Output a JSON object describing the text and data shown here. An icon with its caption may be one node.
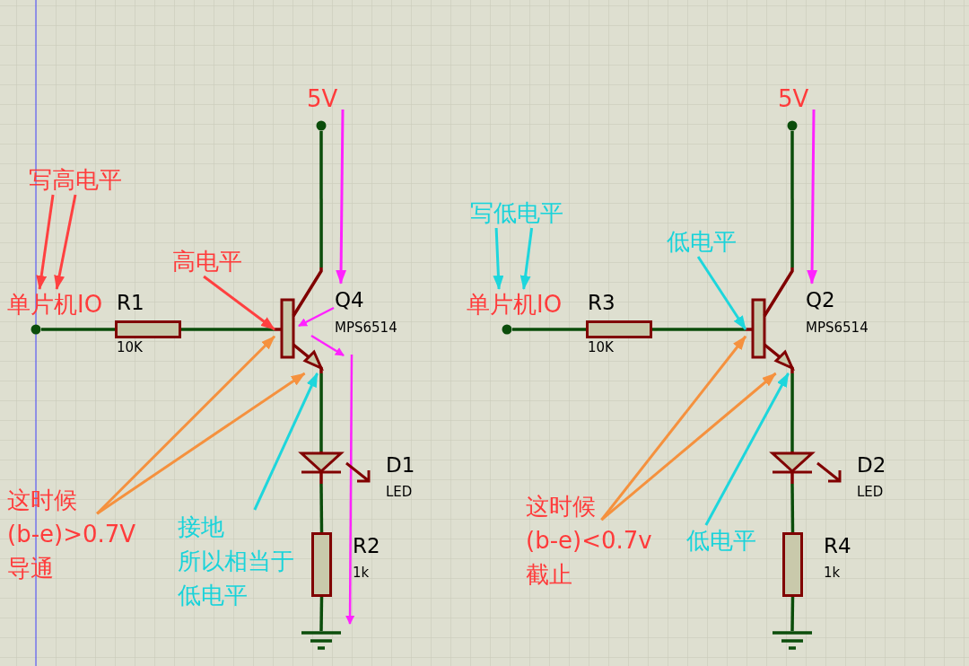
{
  "diagram": {
    "nodes": [
      {
        "text": [
          "写高电平"
        ]
      },
      {
        "text": [
          "单片机IO"
        ]
      },
      {
        "text": [],
        "shape": "circle",
        "beside": [
          "5V"
        ]
      },
      {
        "text": [],
        "shape": "circle"
      },
      {
        "text": [],
        "shape": "box",
        "beside": [
          "R1",
          "10K"
        ]
      },
      {
        "text": [
          "高电平"
        ]
      },
      {
        "text": [],
        "shape": "transistor",
        "beside": [
          "Q4",
          "MPS6514"
        ]
      },
      {
        "text": [],
        "shape": "diode",
        "beside": [
          "D1",
          "LED"
        ]
      },
      {
        "text": [
          "这时候",
          "(b-e)>0.7V",
          "导通"
        ]
      },
      {
        "text": [
          "接地",
          "所以相当于",
          "低电平"
        ]
      },
      {
        "text": [],
        "shape": "box",
        "beside": [
          "R2",
          "1k"
        ]
      },
      {
        "text": [],
        "shape": "ground"
      },
      {
        "text": [
          "写低电平"
        ]
      },
      {
        "text": [
          "单片机IO"
        ]
      },
      {
        "text": [],
        "shape": "circle",
        "beside": [
          "5V"
        ]
      },
      {
        "text": [],
        "shape": "circle"
      },
      {
        "text": [],
        "shape": "box",
        "beside": [
          "R3",
          "10K"
        ]
      },
      {
        "text": [
          "低电平"
        ]
      },
      {
        "text": [],
        "shape": "transistor",
        "beside": [
          "Q2",
          "MPS6514"
        ]
      },
      {
        "text": [],
        "shape": "diode",
        "beside": [
          "D2",
          "LED"
        ]
      },
      {
        "text": [
          "这时候",
          "(b-e)<0.7v",
          "截止"
        ]
      },
      {
        "text": [
          "低电平"
        ]
      },
      {
        "text": [],
        "shape": "box",
        "beside": [
          "R4",
          "1k"
        ]
      },
      {
        "text": [],
        "shape": "ground"
      }
    ],
    "edges": [
      {
        "from": 0,
        "to": 1,
        "arrow": "to",
        "color": "#ff4040"
      },
      {
        "from": 0,
        "to": 1,
        "arrow": "to",
        "color": "#ff4040"
      },
      {
        "from": 3,
        "to": 4,
        "arrow": "none",
        "color": "#0b4d0b"
      },
      {
        "from": 4,
        "to": 6,
        "arrow": "none",
        "color": "#0b4d0b"
      },
      {
        "from": 5,
        "to": 6,
        "arrow": "to",
        "color": "#ff4040"
      },
      {
        "from": 6,
        "to": 2,
        "arrow": "none",
        "color": "#0b4d0b"
      },
      {
        "from": 6,
        "to": 7,
        "arrow": "none",
        "color": "#0b4d0b"
      },
      {
        "from": 8,
        "to": 6,
        "arrow": "to",
        "color": "#f5913e"
      },
      {
        "from": 8,
        "to": 6,
        "arrow": "to",
        "color": "#f5913e"
      },
      {
        "from": 9,
        "to": 6,
        "arrow": "to",
        "color": "#1dd6dc"
      },
      {
        "from": 7,
        "to": 10,
        "arrow": "none",
        "color": "#0b4d0b"
      },
      {
        "from": 10,
        "to": 11,
        "arrow": "none",
        "color": "#0b4d0b"
      },
      {
        "from": 12,
        "to": 13,
        "arrow": "to",
        "color": "#1dd6dc"
      },
      {
        "from": 12,
        "to": 13,
        "arrow": "to",
        "color": "#1dd6dc"
      },
      {
        "from": 15,
        "to": 16,
        "arrow": "none",
        "color": "#0b4d0b"
      },
      {
        "from": 16,
        "to": 18,
        "arrow": "none",
        "color": "#0b4d0b"
      },
      {
        "from": 17,
        "to": 18,
        "arrow": "to",
        "color": "#1dd6dc"
      },
      {
        "from": 18,
        "to": 14,
        "arrow": "none",
        "color": "#0b4d0b"
      },
      {
        "from": 18,
        "to": 19,
        "arrow": "none",
        "color": "#0b4d0b"
      },
      {
        "from": 20,
        "to": 18,
        "arrow": "to",
        "color": "#f5913e"
      },
      {
        "from": 20,
        "to": 18,
        "arrow": "to",
        "color": "#f5913e"
      },
      {
        "from": 21,
        "to": 18,
        "arrow": "to",
        "color": "#1dd6dc"
      },
      {
        "from": 19,
        "to": 22,
        "arrow": "none",
        "color": "#0b4d0b"
      },
      {
        "from": 22,
        "to": 23,
        "arrow": "none",
        "color": "#0b4d0b"
      },
      {
        "from": 2,
        "to": 6,
        "arrow": "to",
        "color": "#ff22ff"
      },
      {
        "from": 14,
        "to": 18,
        "arrow": "to",
        "color": "#ff22ff"
      }
    ]
  }
}
